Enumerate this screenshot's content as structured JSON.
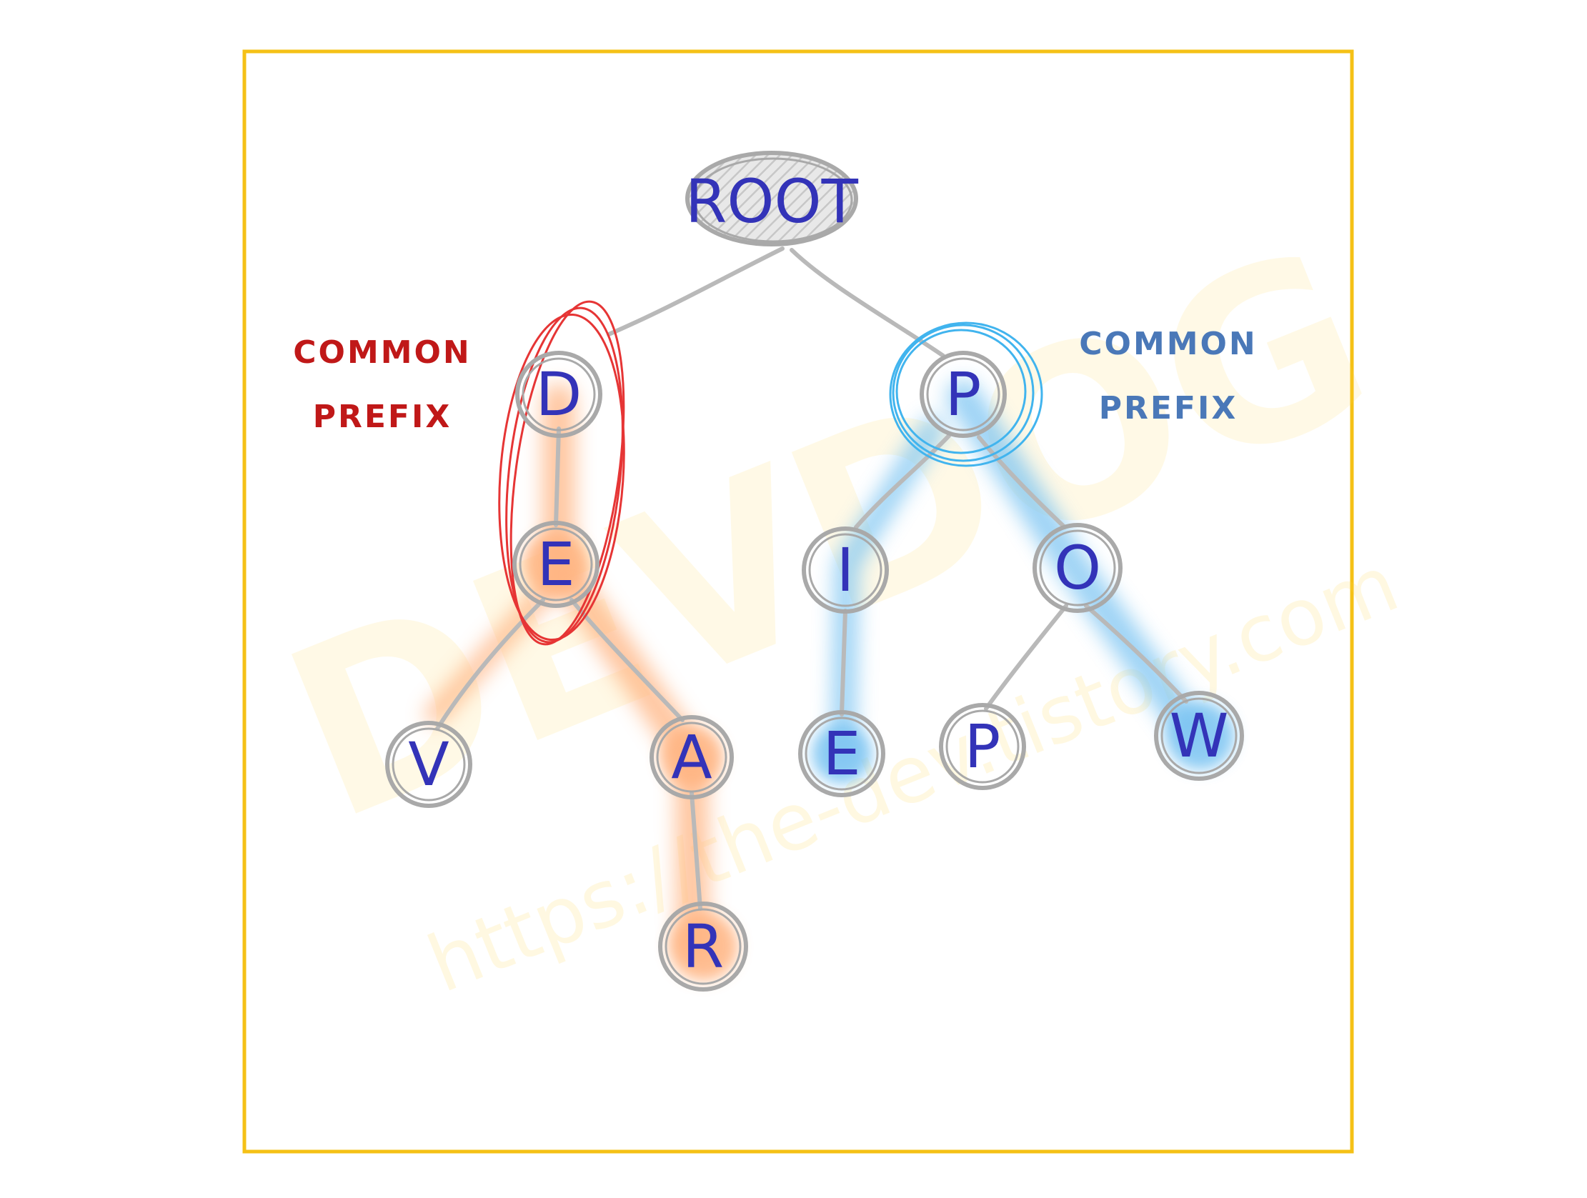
{
  "colors": {
    "frame": "#f5c116",
    "edge": "#b9b9b9",
    "node_ring": "#a9a9a9",
    "letter": "#3333b8",
    "prefix_left": "#e63535",
    "prefix_right": "#41b4ee",
    "path_left_highlight": "#ffb380",
    "path_right_highlight": "#7cc4f2",
    "watermark": "#ffd54a"
  },
  "tree": {
    "root": "ROOT",
    "nodes": [
      {
        "id": "d",
        "letter": "D"
      },
      {
        "id": "e1",
        "letter": "E"
      },
      {
        "id": "v",
        "letter": "V"
      },
      {
        "id": "a",
        "letter": "A"
      },
      {
        "id": "r",
        "letter": "R"
      },
      {
        "id": "p1",
        "letter": "P"
      },
      {
        "id": "i",
        "letter": "I"
      },
      {
        "id": "e2",
        "letter": "E"
      },
      {
        "id": "o",
        "letter": "O"
      },
      {
        "id": "p2",
        "letter": "P"
      },
      {
        "id": "w",
        "letter": "W"
      }
    ],
    "edges": [
      [
        "root",
        "d"
      ],
      [
        "d",
        "e1"
      ],
      [
        "e1",
        "v"
      ],
      [
        "e1",
        "a"
      ],
      [
        "a",
        "r"
      ],
      [
        "root",
        "p1"
      ],
      [
        "p1",
        "i"
      ],
      [
        "i",
        "e2"
      ],
      [
        "p1",
        "o"
      ],
      [
        "o",
        "p2"
      ],
      [
        "o",
        "w"
      ]
    ]
  },
  "labels": {
    "left": {
      "line1": "COMMON",
      "line2": "PREFIX"
    },
    "right": {
      "line1": "COMMON",
      "line2": "PREFIX"
    }
  },
  "watermark": {
    "brand": "DEVDOG",
    "url": "https://the-dev.tistory.com"
  }
}
